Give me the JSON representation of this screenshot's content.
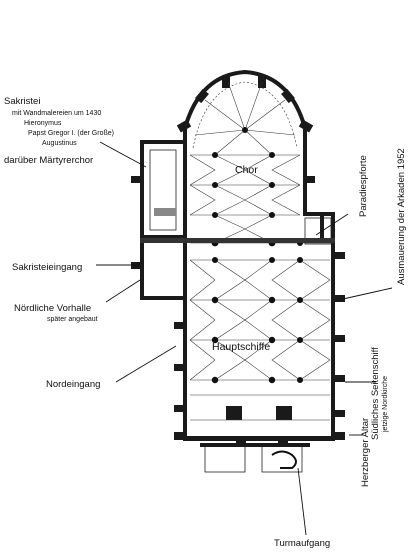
{
  "labels": {
    "sakristei": "Sakristei",
    "wandmalereien": "mit Wandmalereien um 1430",
    "hieronymus": "Hieronymus",
    "gregor": "Papst Gregor I. (der Große)",
    "augustinus": "Augustinus",
    "maertyrerchor": "darüber Märtyrerchor",
    "chor": "Chor",
    "paradiespforte": "Paradiespforte",
    "ausmauerung": "Ausmauerung der Arkaden 1952",
    "sakristeieingang": "Sakristeieingang",
    "noerdliche_vorhalle": "Nördliche Vorhalle",
    "spaeter_angebaut": "später angebaut",
    "hauptschiffe": "Hauptschiffe",
    "suedliches_seitenschiff": "Südliches Seitenschiff",
    "jetzige_nordkirche": "jetzige Nordkirche",
    "nordeingang": "Nordeingang",
    "herzberger_altar": "Herzberger Altar",
    "turmaufgang": "Turmaufgang"
  }
}
